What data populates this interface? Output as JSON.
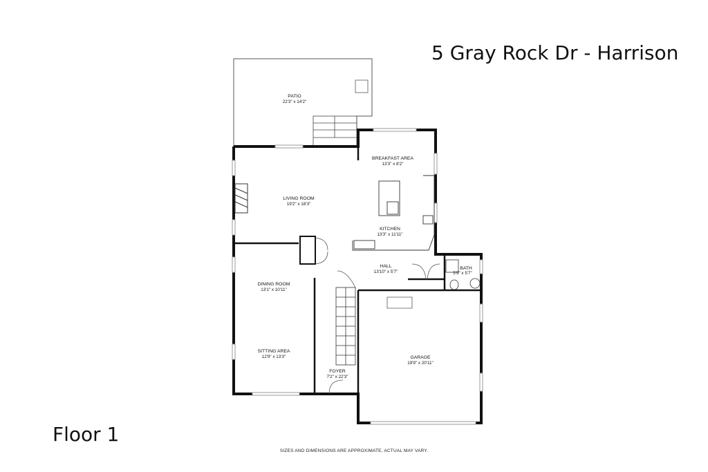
{
  "header": {
    "address": "5 Gray Rock Dr - Harrison"
  },
  "floor_label": "Floor 1",
  "disclaimer": "SIZES AND DIMENSIONS ARE APPROXIMATE, ACTUAL MAY VARY.",
  "rooms": {
    "patio": {
      "name": "PATIO",
      "dim": "22'3\" x 14'2\""
    },
    "breakfast": {
      "name": "BREAKFAST AREA",
      "dim": "13'3\" x 8'2\""
    },
    "living": {
      "name": "LIVING ROOM",
      "dim": "19'2\" x 18'3\""
    },
    "kitchen": {
      "name": "KITCHEN",
      "dim": "13'3\" x 11'11\""
    },
    "hall": {
      "name": "HALL",
      "dim": "13'10\" x 5'7\""
    },
    "bath": {
      "name": "BATH",
      "dim": "5'9\" x 5'7\""
    },
    "dining": {
      "name": "DINING ROOM",
      "dim": "13'1\" x 10'11\""
    },
    "sitting": {
      "name": "SITTING AREA",
      "dim": "12'9\" x 13'3\""
    },
    "garage": {
      "name": "GARAGE",
      "dim": "19'9\" x 20'11\""
    },
    "foyer": {
      "name": "FOYER",
      "dim": "7'2\" x 22'3\""
    }
  }
}
